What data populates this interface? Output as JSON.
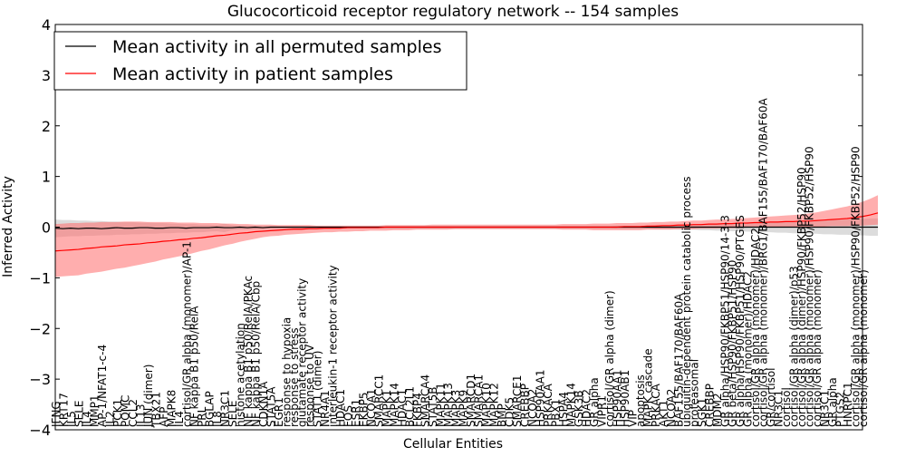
{
  "chart_data": {
    "type": "line",
    "title": "Glucocorticoid receptor regulatory network -- 154 samples",
    "xlabel": "Cellular Entities",
    "ylabel": "Inferred Activity",
    "ylim": [
      -4,
      4
    ],
    "yticks": [
      -4,
      -3,
      -2,
      -1,
      0,
      1,
      2,
      3,
      4
    ],
    "grid": false,
    "legend_position": "top-left",
    "colors": {
      "permuted_line": "#000000",
      "permuted_band": "#bfbfbf",
      "patient_line": "#ff0000",
      "patient_band": "#ff6b6b"
    },
    "categories": [
      "IFNG",
      "KRT17",
      "IL5",
      "SELE",
      "IL4",
      "MMP1",
      "AP-1/NFAT1-c-4",
      "IL2",
      "PCK1",
      "POMC",
      "CCL2",
      "IL13",
      "JUN (dimer)",
      "TBX21",
      "AFP",
      "MAPK8",
      "IL4",
      "cortisol/GR alpha (monomer)/AP-1",
      "NF kappa B1 p50/RelA",
      "PRL",
      "BGLAP",
      "IL8",
      "NR3C1",
      "SELE",
      "histone acetylation",
      "NF kappa B1 p50/RelA/PKAc",
      "NF kappa B1 p50/RelA/Cbp",
      "CDKN1A",
      "STAT5A",
      "EGR1",
      "response to hypoxia",
      "response to stress",
      "glutamate receptor activity",
      "response to UV",
      "STAT1 (dimer)",
      "NR4A1",
      "interleukin-1 receptor activity",
      "HDAC1",
      "FOS",
      "ESR1",
      "EKBP5",
      "NCOA1",
      "SMARCC1",
      "MAPK1",
      "MAPK14",
      "HDAC1",
      "BCL2L1",
      "FKBP4",
      "SMARCA4",
      "STAT5B",
      "MAPK11",
      "MAPK13",
      "MAPK3",
      "MAPK9",
      "SMARCD1",
      "SMARCA1",
      "MAPK10",
      "MAPK12",
      "BMP",
      "CDK5",
      "SMARCE1",
      "CREBBP",
      "NCOA2",
      "HSP90AA1",
      "PRKACA",
      "PBX1",
      "HSPA4",
      "MAPK14",
      "GSK3B",
      "HDAC2",
      "GR alpha",
      "VIPR1",
      "cortisol/GR alpha (dimer)",
      "HSP90AA1",
      "HSP90AB1",
      "VIP",
      "apoptosis",
      "MAPK cascade",
      "PRKACA",
      "AKT1",
      "NCOA2",
      "BAF155/BAF170/BAF60A",
      "ubiquitin-dependent protein catabolic process",
      "proteasomal",
      "SGK1",
      "CREBBP",
      "MDM2",
      "GR alpha/HSP90/FKBP51/HSP90/14-3-3",
      "GR beta/HSP90/FKBP51/HSP90",
      "GR alpha/HSP90/FKBP51/HSP90/PTGES",
      "GR alpha (monomer)/HDAC2",
      "cortisol/GR alpha (monomer)/HDAC2",
      "cortisol/GR alpha (monomer)/BRG1/BAF155/BAF170/BAF60A",
      "GR/cortisol",
      "NR3C1",
      "cortisol",
      "cortisol/GR alpha (dimer)/p53",
      "cortisol/GR alpha (dimer)/HSP90/FKBP52/HSP90",
      "cortisol/GR alpha (monomer)/HSP90/FKBP52/HSP90",
      "cortisol/GR alpha (monomer)",
      "NR3C1",
      "GR alpha",
      "PTGS2",
      "HNRPC1",
      "cortisol/GR alpha (monomer)/HSP90/FKBP52/HSP90",
      "cortisol/GR alpha (monomer)"
    ],
    "series": [
      {
        "name": "Mean activity in all permuted samples",
        "values": [
          -0.02,
          -0.03,
          -0.02,
          -0.03,
          -0.02,
          -0.02,
          -0.03,
          -0.02,
          -0.01,
          -0.02,
          -0.02,
          -0.01,
          -0.01,
          -0.02,
          -0.02,
          -0.01,
          -0.01,
          -0.02,
          -0.01,
          -0.01,
          -0.01,
          0.0,
          -0.01,
          -0.01,
          0.0,
          -0.01,
          0.0,
          -0.01,
          0.0,
          0.0,
          0.0,
          0.0,
          0.0,
          0.0,
          0.0,
          0.0,
          0.0,
          0.0,
          0.0,
          0.0,
          0.0,
          0.0,
          0.0,
          0.0,
          0.0,
          0.0,
          0.0,
          0.0,
          0.0,
          0.0,
          0.0,
          0.0,
          0.0,
          0.0,
          0.0,
          0.0,
          0.0,
          0.0,
          0.0,
          0.0,
          0.0,
          0.0,
          0.0,
          0.0,
          0.0,
          0.0,
          0.0,
          0.0,
          0.0,
          0.0,
          0.0,
          0.0,
          0.0,
          0.0,
          0.0,
          0.0,
          0.0,
          0.0,
          0.0,
          0.0,
          0.0,
          0.0,
          0.0,
          0.0,
          0.0,
          0.0,
          0.0,
          0.0,
          0.0,
          0.0,
          0.0,
          0.0,
          0.0,
          0.0,
          0.0,
          0.0,
          0.0,
          0.0,
          0.0,
          0.0,
          0.0,
          0.0,
          0.0,
          0.0,
          0.0,
          0.0,
          0.0,
          0.0
        ],
        "lower": [
          -0.2,
          -0.19,
          -0.18,
          -0.18,
          -0.17,
          -0.17,
          -0.16,
          -0.16,
          -0.15,
          -0.15,
          -0.14,
          -0.14,
          -0.13,
          -0.13,
          -0.12,
          -0.12,
          -0.11,
          -0.11,
          -0.1,
          -0.1,
          -0.09,
          -0.08,
          -0.1,
          -0.06,
          -0.05,
          -0.05,
          -0.04,
          -0.04,
          -0.03,
          -0.03,
          -0.03,
          -0.03,
          -0.03,
          -0.03,
          -0.02,
          -0.02,
          -0.02,
          -0.02,
          -0.02,
          -0.02,
          -0.02,
          -0.02,
          -0.02,
          -0.02,
          -0.02,
          -0.02,
          -0.02,
          -0.02,
          -0.02,
          -0.02,
          -0.02,
          -0.02,
          -0.02,
          -0.02,
          -0.02,
          -0.02,
          -0.02,
          -0.02,
          -0.02,
          -0.02,
          -0.02,
          -0.02,
          -0.02,
          -0.02,
          -0.02,
          -0.02,
          -0.02,
          -0.02,
          -0.02,
          -0.02,
          -0.02,
          -0.02,
          -0.02,
          -0.03,
          -0.03,
          -0.03,
          -0.03,
          -0.03,
          -0.04,
          -0.04,
          -0.04,
          -0.05,
          -0.05,
          -0.05,
          -0.06,
          -0.06,
          -0.07,
          -0.07,
          -0.08,
          -0.08,
          -0.09,
          -0.09,
          -0.1,
          -0.1,
          -0.11,
          -0.11,
          -0.12,
          -0.12,
          -0.13,
          -0.13,
          -0.14,
          -0.14,
          -0.15,
          -0.15,
          -0.16,
          -0.16,
          -0.17,
          -0.17
        ],
        "upper": [
          0.15,
          0.14,
          0.14,
          0.13,
          0.13,
          0.12,
          0.12,
          0.11,
          0.11,
          0.1,
          0.1,
          0.09,
          0.09,
          0.08,
          0.08,
          0.07,
          0.07,
          0.06,
          0.06,
          0.05,
          0.05,
          0.04,
          0.07,
          0.04,
          0.03,
          0.03,
          0.03,
          0.02,
          0.02,
          0.02,
          0.02,
          0.02,
          0.02,
          0.02,
          0.02,
          0.02,
          0.02,
          0.02,
          0.02,
          0.02,
          0.02,
          0.02,
          0.02,
          0.02,
          0.02,
          0.02,
          0.02,
          0.02,
          0.02,
          0.02,
          0.02,
          0.02,
          0.02,
          0.02,
          0.02,
          0.02,
          0.02,
          0.02,
          0.02,
          0.02,
          0.02,
          0.02,
          0.02,
          0.02,
          0.02,
          0.02,
          0.02,
          0.02,
          0.02,
          0.02,
          0.02,
          0.02,
          0.02,
          0.03,
          0.03,
          0.03,
          0.03,
          0.03,
          0.04,
          0.04,
          0.04,
          0.05,
          0.05,
          0.05,
          0.06,
          0.06,
          0.07,
          0.07,
          0.08,
          0.08,
          0.09,
          0.09,
          0.1,
          0.1,
          0.11,
          0.11,
          0.12,
          0.12,
          0.13,
          0.13,
          0.14,
          0.14,
          0.15,
          0.15,
          0.16,
          0.16,
          0.17,
          0.17
        ]
      },
      {
        "name": "Mean activity in patient samples",
        "values": [
          -0.47,
          -0.46,
          -0.45,
          -0.44,
          -0.42,
          -0.41,
          -0.39,
          -0.38,
          -0.37,
          -0.35,
          -0.34,
          -0.33,
          -0.31,
          -0.3,
          -0.28,
          -0.27,
          -0.25,
          -0.24,
          -0.22,
          -0.21,
          -0.19,
          -0.17,
          -0.16,
          -0.14,
          -0.12,
          -0.11,
          -0.09,
          -0.08,
          -0.07,
          -0.06,
          -0.05,
          -0.04,
          -0.04,
          -0.03,
          -0.03,
          -0.02,
          -0.02,
          -0.02,
          -0.01,
          -0.01,
          -0.01,
          -0.01,
          -0.01,
          0.0,
          0.0,
          0.0,
          0.0,
          0.0,
          0.0,
          0.0,
          0.0,
          0.0,
          0.0,
          0.0,
          0.0,
          0.0,
          0.0,
          0.0,
          0.0,
          0.0,
          0.0,
          0.0,
          0.0,
          0.0,
          0.0,
          0.0,
          0.0,
          0.0,
          0.0,
          0.0,
          0.0,
          0.0,
          0.0,
          0.0,
          0.01,
          0.01,
          0.01,
          0.02,
          0.02,
          0.03,
          0.03,
          0.04,
          0.04,
          0.05,
          0.05,
          0.06,
          0.06,
          0.07,
          0.07,
          0.08,
          0.08,
          0.09,
          0.09,
          0.1,
          0.1,
          0.11,
          0.11,
          0.12,
          0.12,
          0.13,
          0.14,
          0.15,
          0.16,
          0.17,
          0.19,
          0.21,
          0.24,
          0.28
        ],
        "lower": [
          -0.98,
          -0.97,
          -0.96,
          -0.95,
          -0.92,
          -0.9,
          -0.88,
          -0.85,
          -0.82,
          -0.8,
          -0.77,
          -0.74,
          -0.71,
          -0.68,
          -0.64,
          -0.61,
          -0.58,
          -0.55,
          -0.51,
          -0.47,
          -0.44,
          -0.4,
          -0.36,
          -0.33,
          -0.29,
          -0.26,
          -0.23,
          -0.2,
          -0.18,
          -0.17,
          -0.15,
          -0.14,
          -0.13,
          -0.12,
          -0.11,
          -0.1,
          -0.1,
          -0.09,
          -0.09,
          -0.08,
          -0.08,
          -0.07,
          -0.07,
          -0.07,
          -0.06,
          -0.06,
          -0.06,
          -0.05,
          -0.05,
          -0.05,
          -0.05,
          -0.05,
          -0.04,
          -0.04,
          -0.04,
          -0.04,
          -0.04,
          -0.04,
          -0.04,
          -0.04,
          -0.04,
          -0.04,
          -0.04,
          -0.04,
          -0.04,
          -0.04,
          -0.05,
          -0.05,
          -0.05,
          -0.05,
          -0.06,
          -0.06,
          -0.06,
          -0.06,
          -0.06,
          -0.06,
          -0.06,
          -0.05,
          -0.05,
          -0.05,
          -0.05,
          -0.04,
          -0.04,
          -0.04,
          -0.03,
          -0.03,
          -0.03,
          -0.02,
          -0.02,
          -0.02,
          -0.01,
          -0.01,
          -0.01,
          0.0,
          0.0,
          0.0,
          0.0,
          0.01,
          0.01,
          0.01,
          0.01,
          0.02,
          0.02,
          0.02,
          0.03,
          0.03,
          0.04,
          0.05
        ],
        "upper": [
          0.06,
          0.07,
          0.08,
          0.08,
          0.09,
          0.09,
          0.1,
          0.1,
          0.1,
          0.11,
          0.11,
          0.11,
          0.1,
          0.1,
          0.1,
          0.1,
          0.09,
          0.09,
          0.09,
          0.08,
          0.08,
          0.08,
          0.07,
          0.07,
          0.06,
          0.06,
          0.05,
          0.05,
          0.05,
          0.04,
          0.04,
          0.04,
          0.04,
          0.04,
          0.03,
          0.03,
          0.03,
          0.03,
          0.03,
          0.03,
          0.03,
          0.03,
          0.03,
          0.04,
          0.04,
          0.04,
          0.04,
          0.04,
          0.04,
          0.05,
          0.05,
          0.05,
          0.05,
          0.05,
          0.05,
          0.05,
          0.05,
          0.05,
          0.05,
          0.05,
          0.05,
          0.05,
          0.05,
          0.05,
          0.05,
          0.05,
          0.06,
          0.06,
          0.06,
          0.06,
          0.07,
          0.07,
          0.07,
          0.08,
          0.08,
          0.08,
          0.09,
          0.09,
          0.1,
          0.1,
          0.11,
          0.11,
          0.12,
          0.13,
          0.13,
          0.14,
          0.15,
          0.15,
          0.16,
          0.17,
          0.18,
          0.19,
          0.2,
          0.21,
          0.22,
          0.23,
          0.24,
          0.25,
          0.27,
          0.29,
          0.32,
          0.35,
          0.38,
          0.41,
          0.45,
          0.5,
          0.56,
          0.63
        ]
      }
    ]
  }
}
